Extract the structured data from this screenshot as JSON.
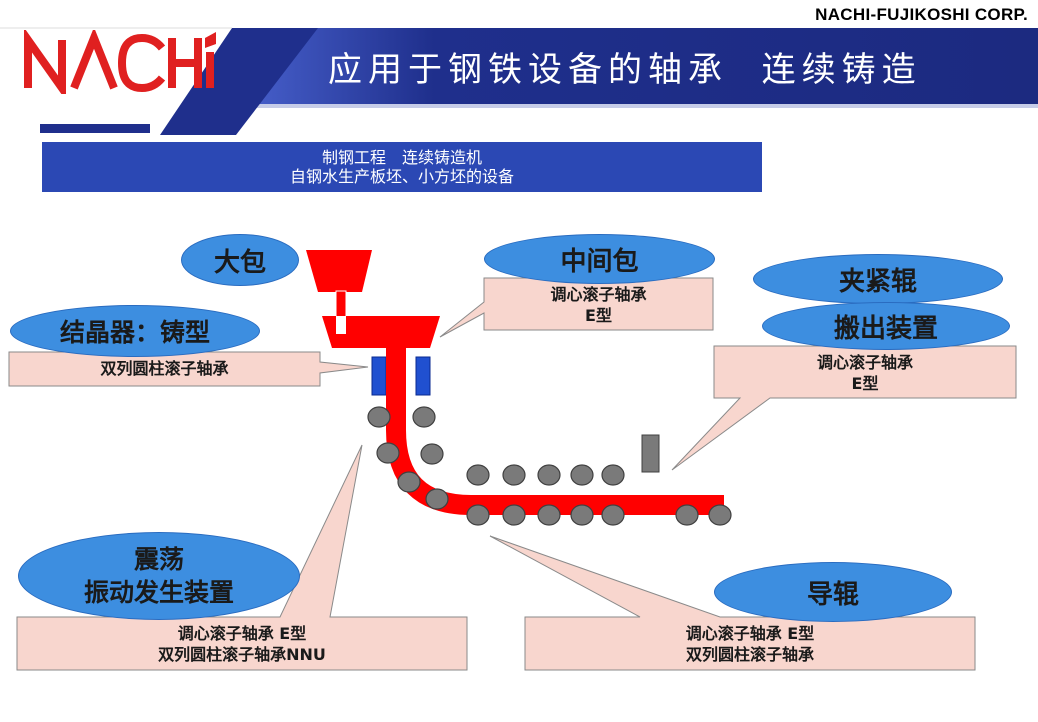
{
  "header": {
    "corp_name": "NACHI-FUJIKOSHI CORP.",
    "logo_text": "NACHi",
    "title": "应用于钢铁设备的轴承  连续铸造"
  },
  "subtitle": {
    "line1": "制钢工程　连续铸造机",
    "line2": "自钢水生产板坯、小方坯的设备"
  },
  "labels": {
    "ladle": "大包",
    "tundish": "中间包",
    "mold": "结晶器：铸型",
    "pinch_roll": "夹紧辊",
    "withdrawal": "搬出装置",
    "oscillation_line1": "震荡",
    "oscillation_line2": "振动发生装置",
    "guide_roll": "导辊"
  },
  "callouts": {
    "tundish": [
      "调心滚子轴承",
      "E型"
    ],
    "mold": [
      "双列圆柱滚子轴承"
    ],
    "withdrawal": [
      "调心滚子轴承",
      "E型"
    ],
    "oscillation": [
      "调心滚子轴承 E型",
      "双列圆柱滚子轴承NNU"
    ],
    "guide_roll": [
      "调心滚子轴承 E型",
      "双列圆柱滚子轴承"
    ]
  },
  "colors": {
    "banner_blue": "#1f2f8c",
    "logo_red": "#e02020",
    "subtitle_blue": "#2b48b4",
    "oval_blue": "#3d8ee0",
    "callout_pink": "#f8d6ce",
    "steel_red": "#ff0000",
    "roll_gray": "#7a7a7a",
    "mold_blue": "#2050d0"
  }
}
